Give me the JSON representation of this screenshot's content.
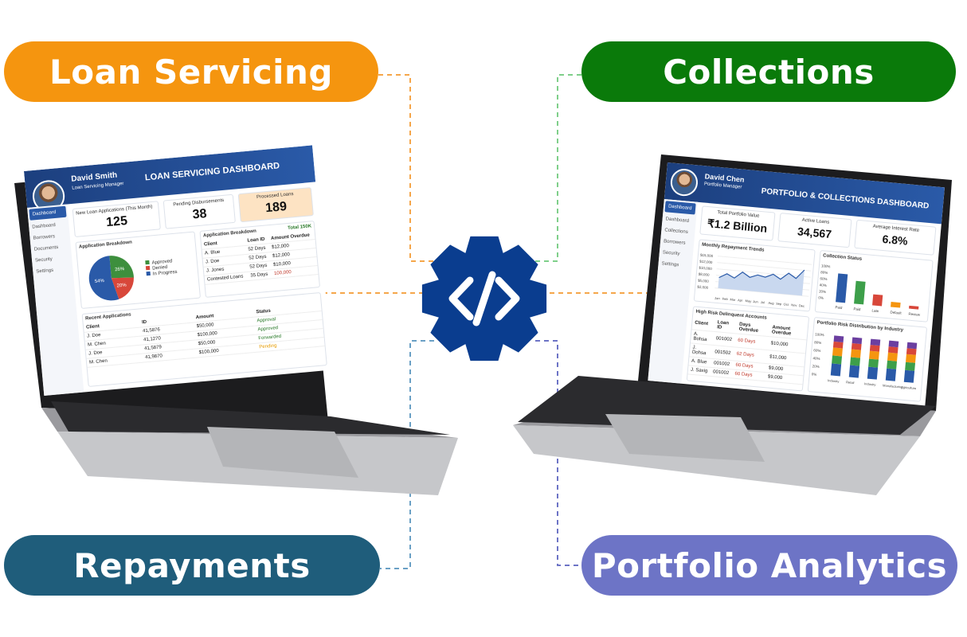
{
  "labels": {
    "loan_servicing": "Loan Servicing",
    "collections": "Collections",
    "repayments": "Repayments",
    "portfolio_analytics": "Portfolio Analytics"
  },
  "colors": {
    "loan_servicing": "#f5950f",
    "collections": "#0a7a0a",
    "repayments": "#1f5d7b",
    "portfolio_analytics": "#6d74c6",
    "hub": "#0a3d8f"
  },
  "hub": {
    "icon": "code-gear-icon",
    "glyph": "</>"
  },
  "left_screen": {
    "user_name": "David Smith",
    "user_role": "Loan Servicing Manager",
    "title": "LOAN SERVICING DASHBOARD",
    "nav": [
      "Dashboard",
      "Dashboard",
      "Borrowers",
      "Documents",
      "Security",
      "Settings"
    ],
    "kpis": [
      {
        "label": "New Loan Applications (This Month)",
        "value": "125"
      },
      {
        "label": "Pending Disbursements",
        "value": "38"
      },
      {
        "label": "Processed Loans",
        "value": "189"
      }
    ],
    "breakdown_title": "Application Breakdown",
    "legend": [
      "Approved",
      "Denied",
      "In Progress"
    ],
    "slices": [
      {
        "label": "26%",
        "value": 26,
        "color": "#3d8f3d"
      },
      {
        "label": "20%",
        "value": 20,
        "color": "#d8473a"
      },
      {
        "label": "54%",
        "value": 54,
        "color": "#2a5aa8"
      }
    ],
    "table1_title": "Application Breakdown",
    "table1_badge": "Total 150K",
    "table1_headers": [
      "Client",
      "Loan ID",
      "Amount Overdue"
    ],
    "table1_rows": [
      [
        "A. Blue",
        "52 Days",
        "$12,000"
      ],
      [
        "J. Doe",
        "52 Days",
        "$12,000"
      ],
      [
        "J. Jones",
        "52 Days",
        "$10,000"
      ],
      [
        "Contested Loans",
        "35 Days",
        "100,000"
      ]
    ],
    "recent_title": "Recent Applications",
    "recent_headers": [
      "Client",
      "ID",
      "Amount",
      "Status"
    ],
    "recent_rows": [
      [
        "J. Doe",
        "41,5876",
        "$50,000",
        "Approval"
      ],
      [
        "M. Chen",
        "41,1270",
        "$100,000",
        "Approved"
      ],
      [
        "J. Doe",
        "41,5879",
        "$50,000",
        "Forwarded"
      ],
      [
        "M. Chen",
        "41,9870",
        "$100,000",
        "Pending"
      ]
    ]
  },
  "right_screen": {
    "user_name": "David Chen",
    "user_role": "Portfolio Manager",
    "title": "PORTFOLIO & COLLECTIONS DASHBOARD",
    "nav": [
      "Dashboard",
      "Dashboard",
      "Collections",
      "Borrowers",
      "Security",
      "Settings"
    ],
    "kpis": [
      {
        "label": "Total Portfolio Value",
        "value": "₹1.2 Billion"
      },
      {
        "label": "Active Loans",
        "value": "34,567"
      },
      {
        "label": "Average Interest Rate",
        "value": "6.8%"
      }
    ],
    "trend_title": "Monthly Repayment Trends",
    "trend_yticks": [
      "$15,000",
      "$12,000",
      "$10,000",
      "$8,000",
      "$5,000",
      "$2,000"
    ],
    "trend_months": [
      "Jan",
      "Feb",
      "Mar",
      "Apr",
      "May",
      "Jun",
      "Jul",
      "Aug",
      "Sep",
      "Oct",
      "Nov",
      "Dec"
    ],
    "collection_title": "Collection Status",
    "collection_yticks": [
      "100%",
      "80%",
      "60%",
      "40%",
      "20%",
      "0%"
    ],
    "collection_cats": [
      "Paid",
      "Paid",
      "Late",
      "Default",
      "Review"
    ],
    "collection_colors": [
      "#2a5aa8",
      "#3d9f4a",
      "#d8473a",
      "#f5950f",
      "#d8473a"
    ],
    "collection_values": [
      78,
      62,
      30,
      14,
      8
    ],
    "risk_title": "High Risk Delinquent Accounts",
    "risk_headers": [
      "Client",
      "Loan ID",
      "Days Overdue",
      "Amount Overdue"
    ],
    "risk_rows": [
      [
        "A. Bohsa",
        "001002",
        "60 Days",
        "$10,000"
      ],
      [
        "J. Dohsa",
        "001502",
        "62 Days",
        "$11,000"
      ],
      [
        "A. Blue",
        "001002",
        "60 Days",
        "$9,000"
      ],
      [
        "J. Saxig",
        "001002",
        "60 Days",
        "$9,000"
      ]
    ],
    "dist_title": "Portfolio Risk Distribution by Industry",
    "dist_yticks": [
      "100%",
      "80%",
      "60%",
      "40%",
      "20%",
      "0%"
    ],
    "dist_cats": [
      "Industry",
      "Retail",
      "Industry",
      "Manufacturing",
      "Agriculture"
    ],
    "dist_colors": [
      "#2a5aa8",
      "#3d9f4a",
      "#f5950f",
      "#d8473a",
      "#6b3fa0"
    ]
  }
}
